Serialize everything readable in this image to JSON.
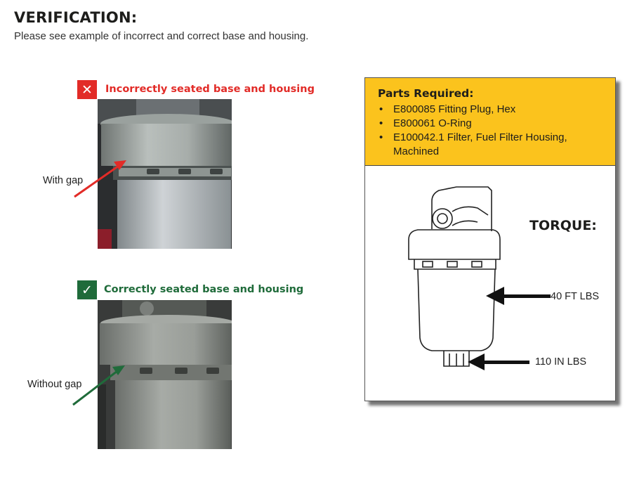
{
  "heading": {
    "title": "VERIFICATION:",
    "subtitle": "Please see example of incorrect and correct base and housing."
  },
  "incorrect": {
    "badge_icon": "x-mark-icon",
    "badge_glyph": "✕",
    "caption": "Incorrectly seated base and housing",
    "callout": "With gap",
    "color": "#e22b27"
  },
  "correct": {
    "badge_icon": "check-mark-icon",
    "badge_glyph": "✓",
    "caption": "Correctly seated base and housing",
    "callout": "Without gap",
    "color": "#1f6b3a"
  },
  "parts": {
    "title": "Parts Required:",
    "items": [
      "E800085 Fitting Plug, Hex",
      "E800061 O-Ring",
      "E100042.1 Filter, Fuel Filter Housing, Machined"
    ],
    "header_color": "#fbc31d"
  },
  "torque": {
    "title": "TORQUE:",
    "housing_value": "40 FT LBS",
    "plug_value": "110 IN LBS"
  }
}
